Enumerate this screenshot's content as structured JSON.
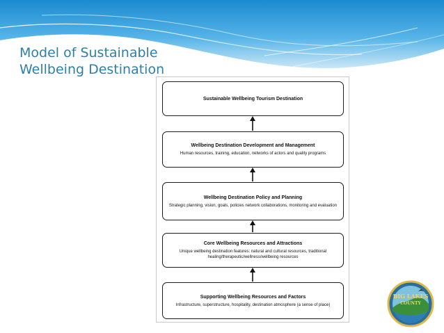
{
  "slide": {
    "title_lines": [
      "Model of Sustainable",
      "Wellbeing Destination"
    ]
  },
  "diagram": {
    "boxes": [
      {
        "title": "Sustainable Wellbeing Tourism Destination",
        "description": ""
      },
      {
        "title": "Wellbeing Destination Development and Management",
        "description": "Human resources, training, education, networks of actors and quality programs"
      },
      {
        "title": "Wellbeing Destination Policy and Planning",
        "description": "Strategic planning, vision, goals, policies network collaborations, monitoring and evaluation"
      },
      {
        "title": "Core Wellbeing Resources and Attractions",
        "description": "Unique wellbeing destination features: natural and cultural resources, traditional healing/therapeutic/wellness/wellbeing resources"
      },
      {
        "title": "Supporting Wellbeing Resources and Factors",
        "description": "Infrastructure, superstructure, hospitality, destination atmosphere (a sense of place)"
      }
    ],
    "arrow_direction": "up"
  },
  "logo": {
    "text_top": "BIG LAKES",
    "text_bottom": "COUNTY"
  },
  "colors": {
    "title": "#2e7fa6",
    "header_light": "#cfe9f7",
    "header_dark": "#1f8fd0",
    "box_border": "#1a1a1a"
  }
}
